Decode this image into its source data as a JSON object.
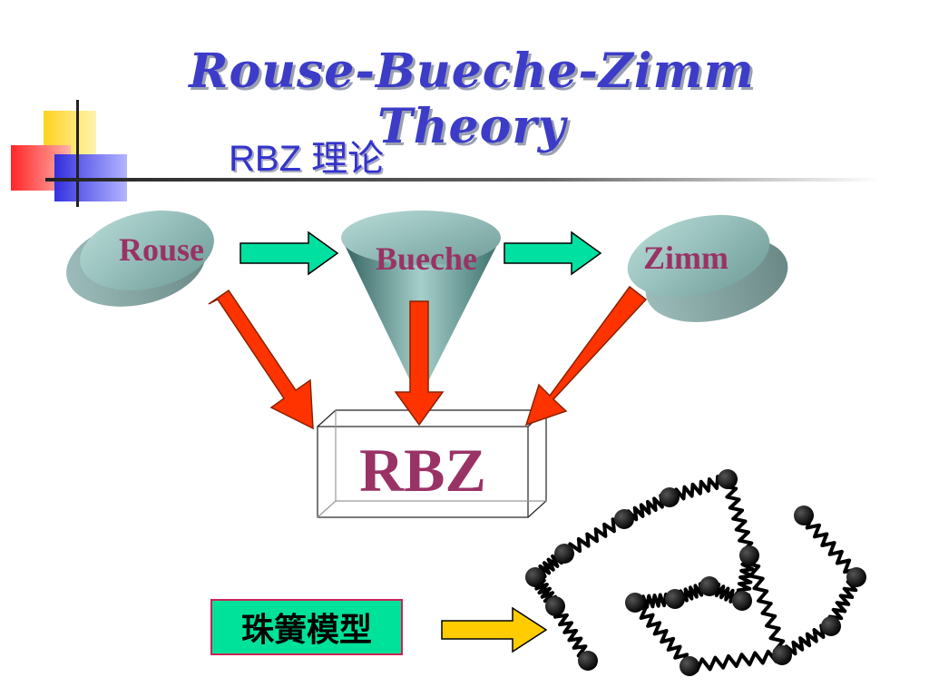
{
  "slide": {
    "title": "Rouse-Bueche-Zimm Theory",
    "subtitle": "RBZ 理论"
  },
  "diagram": {
    "nodes": {
      "rouse": "Rouse",
      "bueche": "Bueche",
      "zimm": "Zimm",
      "rbz": "RBZ"
    },
    "bead_spring_label": "珠簧模型"
  },
  "colors": {
    "title": "#3c3cc8",
    "node_text": "#993366",
    "flow_arrow": "#00e0a0",
    "merge_arrow": "#ff3300",
    "pointer_arrow": "#ffcc00",
    "label_box": "#00e29a"
  }
}
